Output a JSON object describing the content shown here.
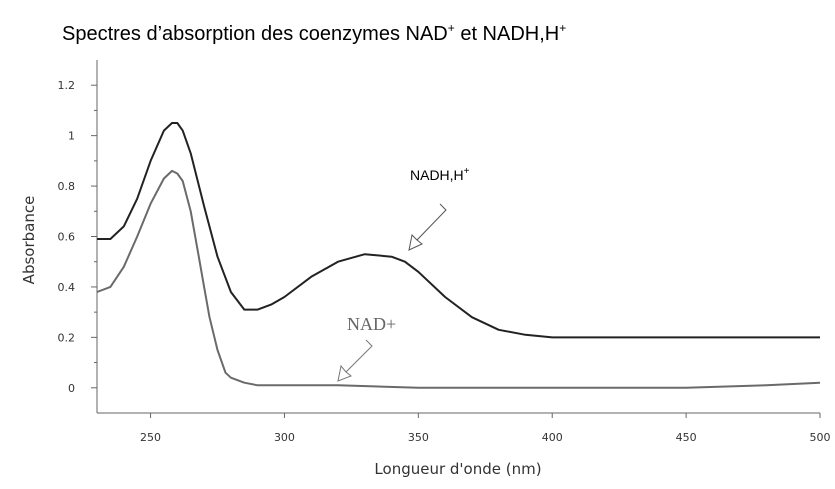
{
  "chart_data": {
    "type": "line",
    "title": "Spectres d’absorption des coenzymes NAD",
    "title_sup_1": "+",
    "title_mid": " et NADH,H",
    "title_sup_2": "+",
    "xlabel": "Longueur d'onde (nm)",
    "ylabel": "Absorbance",
    "xlim": [
      230,
      500
    ],
    "ylim": [
      -0.1,
      1.3
    ],
    "x_ticks": [
      250,
      300,
      350,
      400,
      450,
      500
    ],
    "y_ticks": [
      0,
      0.2,
      0.4,
      0.6,
      0.8,
      1,
      1.2
    ],
    "y_tick_labels": [
      "0",
      "0.2",
      "0.4",
      "0.6",
      "0.8",
      "1",
      "1.2"
    ],
    "grid": false,
    "series": [
      {
        "name": "NADH,H",
        "name_sup": "+",
        "color": "#222222",
        "x": [
          230,
          235,
          240,
          245,
          250,
          255,
          258,
          260,
          262,
          265,
          270,
          275,
          280,
          285,
          290,
          295,
          300,
          310,
          320,
          330,
          340,
          345,
          350,
          360,
          370,
          380,
          390,
          400,
          420,
          450,
          480,
          500
        ],
        "y": [
          0.59,
          0.59,
          0.64,
          0.75,
          0.9,
          1.02,
          1.05,
          1.05,
          1.02,
          0.93,
          0.72,
          0.52,
          0.38,
          0.31,
          0.31,
          0.33,
          0.36,
          0.44,
          0.5,
          0.53,
          0.52,
          0.5,
          0.46,
          0.36,
          0.28,
          0.23,
          0.21,
          0.2,
          0.2,
          0.2,
          0.2,
          0.2
        ]
      },
      {
        "name": "NAD+",
        "color": "#6a6a6a",
        "x": [
          230,
          235,
          240,
          245,
          250,
          255,
          258,
          260,
          262,
          265,
          268,
          270,
          272,
          275,
          278,
          280,
          285,
          290,
          300,
          320,
          350,
          400,
          450,
          480,
          500
        ],
        "y": [
          0.38,
          0.4,
          0.48,
          0.6,
          0.73,
          0.83,
          0.86,
          0.85,
          0.82,
          0.7,
          0.52,
          0.4,
          0.28,
          0.15,
          0.06,
          0.04,
          0.02,
          0.01,
          0.01,
          0.01,
          0.0,
          0.0,
          0.0,
          0.01,
          0.02
        ]
      }
    ]
  }
}
